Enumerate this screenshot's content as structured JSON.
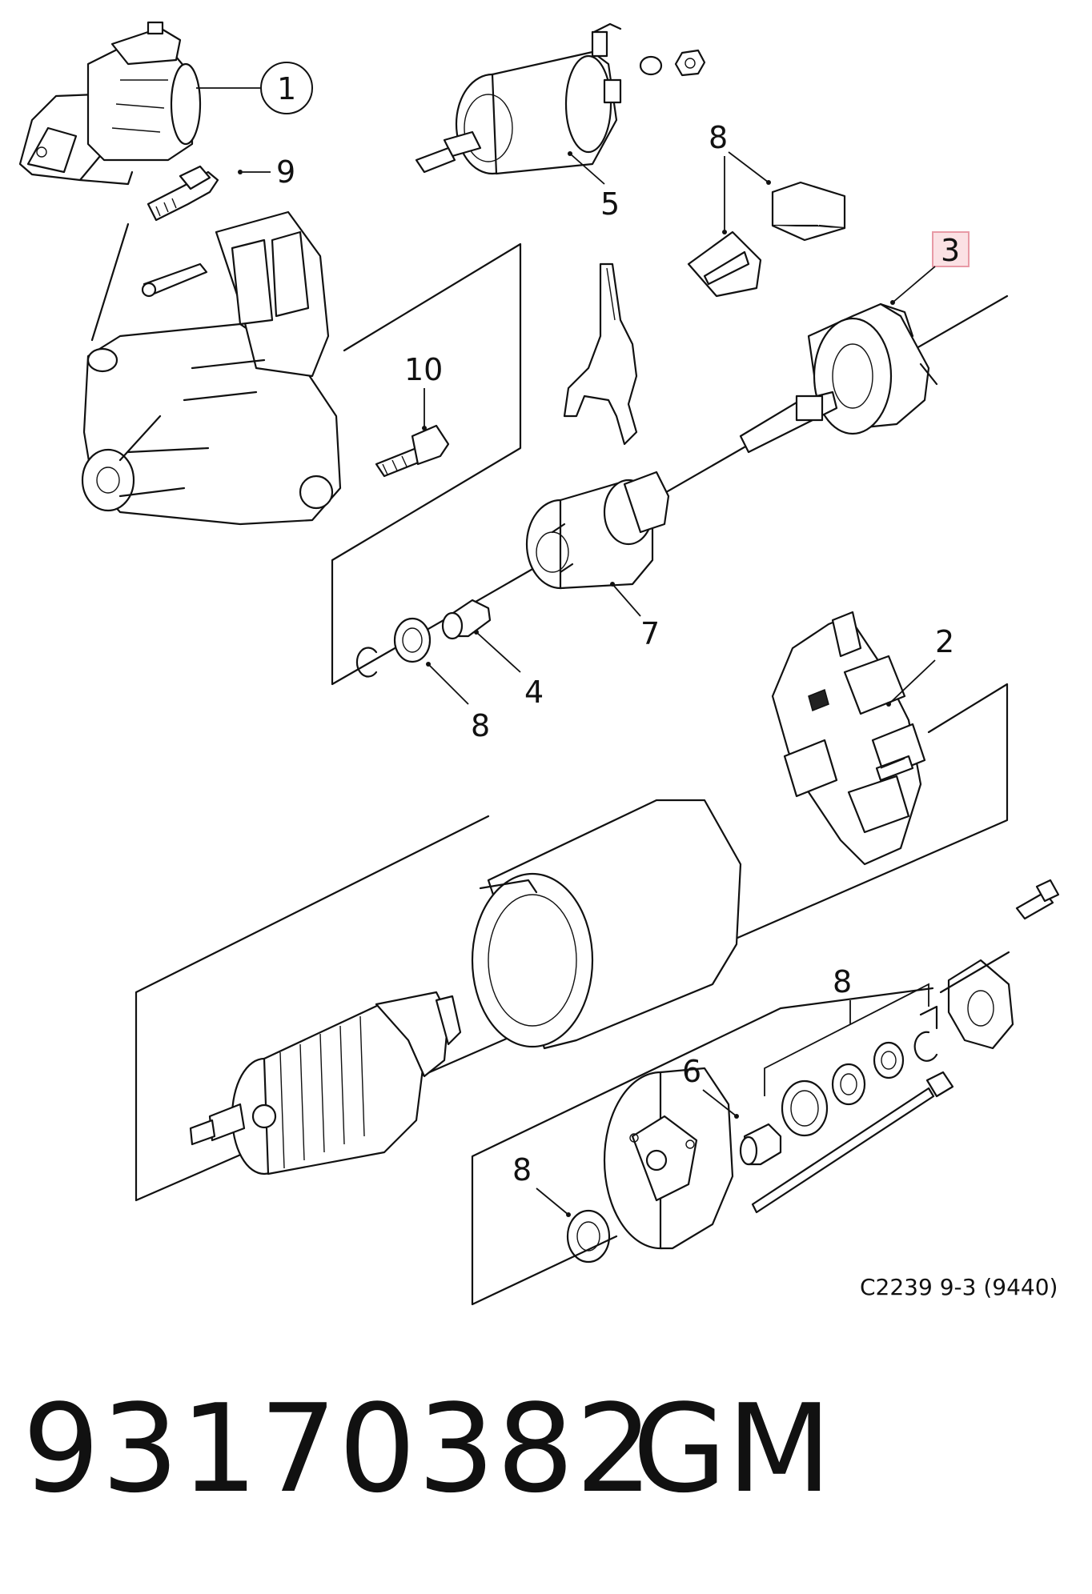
{
  "callouts": {
    "c1": "1",
    "c2": "2",
    "c3": "3",
    "c4": "4",
    "c5": "5",
    "c6": "6",
    "c7": "7",
    "c8a": "8",
    "c8b": "8",
    "c8c": "8",
    "c8d": "8",
    "c9": "9",
    "c10": "10"
  },
  "highlight": {
    "callout": "3",
    "fill": "#fbe1e4",
    "stroke": "#e89aa6"
  },
  "reference_code": "C2239 9-3 (9440)",
  "part_number": "93170382",
  "brand": "GM"
}
